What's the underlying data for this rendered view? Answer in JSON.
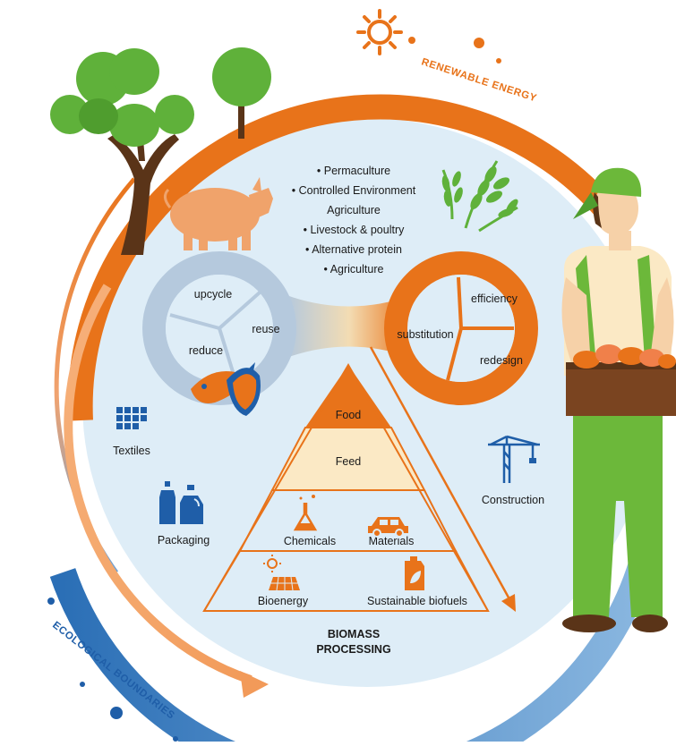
{
  "arc_labels": {
    "renewable_energy": "RENEWABLE ENERGY",
    "ecological_boundaries": "ECOLOGICAL BOUNDARIES"
  },
  "practices": [
    "• Permaculture",
    "• Controlled Environment",
    "Agriculture",
    "• Livestock & poultry",
    "• Alternative protein",
    "• Agriculture"
  ],
  "left_cycle": {
    "upcycle": "upcycle",
    "reuse": "reuse",
    "reduce": "reduce"
  },
  "right_cycle": {
    "efficiency": "efficiency",
    "substitution": "substitution",
    "redesign": "redesign"
  },
  "pyramid": {
    "food": "Food",
    "feed": "Feed",
    "chemicals": "Chemicals",
    "materials": "Materials",
    "bioenergy": "Bioenergy",
    "biofuels": "Sustainable biofuels",
    "title_line1": "BIOMASS",
    "title_line2": "PROCESSING"
  },
  "sectors": {
    "textiles": "Textiles",
    "packaging": "Packaging",
    "construction": "Construction"
  },
  "colors": {
    "orange": "#e8731a",
    "light_orange": "#f2a15f",
    "blue": "#1f5ea8",
    "light_blue_bg": "#deedf7",
    "ring_gray_blue": "#b5c9dd",
    "green": "#5fb13a",
    "pig": "#f0a36b",
    "cream": "#fbe9c5",
    "brown": "#5a3418"
  },
  "icons": [
    "sun-icon",
    "tree-icon",
    "pig-icon",
    "wheat-icon",
    "fish-icon",
    "textiles-icon",
    "packaging-icon",
    "crane-icon",
    "flask-icon",
    "car-icon",
    "solar-panel-icon",
    "fuel-can-icon",
    "farmer-figure"
  ]
}
